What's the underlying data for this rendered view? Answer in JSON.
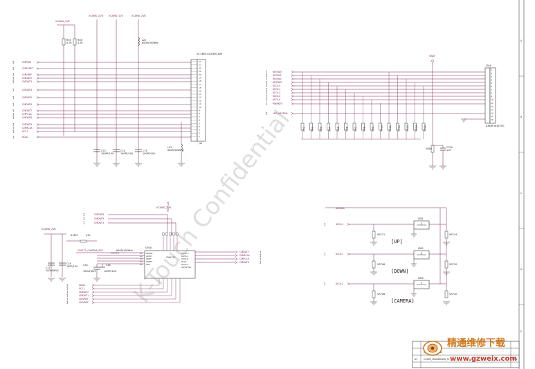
{
  "nets": {
    "vcama_28_a": "VCAMA_2V8",
    "vcamd_28": "VCAMD_2V8",
    "vcamd_1v3": "VCAMD_1V3",
    "vcama_28_b": "VCAMA_2V8",
    "vbat": "VBAT",
    "vcamd_28_c": "VCAMD_2V8",
    "vcama_28_c": "VCAMA_2V8"
  },
  "connector_top_left": {
    "ref": "J11",
    "part": "24-5803-024-600-829",
    "signals": [
      "CMPDN",
      "CMRESET",
      "CMVREF",
      "CMDAT2",
      "CMDAT3",
      "CMDAT4",
      "CMDAT5",
      "CMDAT6",
      "CMDAT7",
      "CMPCLK",
      "CMDAT8",
      "CMDAT9",
      "CMMCLK",
      "SCL1",
      "SDA1"
    ]
  },
  "passives_top_left": {
    "r55": "R55",
    "r55_val": "4.7K",
    "r56": "R56",
    "r56_val": "4.7K",
    "l22": "L22",
    "l22_val": "600R/100MHz",
    "l21": "L21",
    "l21_val": "600R/100MHz",
    "c73": "C73",
    "c73_val": "100PF/10V",
    "c74": "C74",
    "c74_val": "100PF/10V",
    "c75": "C75",
    "c75_val": "100PF/10V"
  },
  "connector_top_right": {
    "ref": "J704",
    "part": "AXK6F16347YG",
    "signals": [
      "KROW0",
      "KROW1",
      "KROW2",
      "KROW3",
      "KCOL0",
      "KCOL1",
      "KCOL2",
      "KCOL3",
      "KCOL4",
      "PWRKEY",
      "LED_KEYPAD"
    ]
  },
  "keypad_varistors": [
    "VR1",
    "VR2",
    "VR3",
    "VR4",
    "VR5",
    "VR6",
    "VR7",
    "VR8",
    "VR9",
    "VR10",
    "VR11",
    "VR12",
    "VR13",
    "VR14",
    "VR15"
  ],
  "vbat_parts": {
    "vr16": "VR16",
    "c704": "C704",
    "c704_val": "1UF"
  },
  "isp": {
    "ref": "U500",
    "part": "OV9712",
    "left_pins": [
      "PWDN",
      "AVDD",
      "VREF",
      "VREF1",
      "SDA"
    ],
    "right_pins": [
      "DATA 0",
      "DATA 1",
      "SVCLK",
      "PCLK",
      "DATA 2",
      "ADVSYNC"
    ],
    "r_ref": "R1627",
    "r_val": "47K",
    "gpio_net": "GPIO72_CAMERA_RST",
    "bead": "600R/100MHz",
    "c_refs": [
      "C17",
      "C18",
      "C33",
      "C34"
    ],
    "c_vals": [
      "100UF/6V3",
      "10PF/10V",
      "100UF/6V3",
      "100PF/10V"
    ],
    "top_nets": [
      "CMDAT8",
      "CMDAT9",
      "CMDAT3"
    ],
    "right_nets": [
      "CMDAT7",
      "CMMCLK",
      "CMPCLK",
      "CMDAT4"
    ],
    "bottom_nets": [
      "SDA1",
      "SCL1",
      "CMDAT2",
      "CMDAT1",
      "CMVREF",
      "CMVREF"
    ],
    "top_label": "TEST_AS"
  },
  "buttons": [
    {
      "label": "[UP]",
      "net": "KCOL1",
      "sw": "SW1",
      "vr_left": "VR711",
      "vr_right": "VR714"
    },
    {
      "label": "[DOWN]",
      "net": "KCOL1",
      "sw": "SW2",
      "vr_left": "VR706",
      "vr_right": "VR710"
    },
    {
      "label": "[CAMERA]",
      "net": "KCOL2",
      "sw": "SW3",
      "vr_left": "VR708",
      "vr_right": "VR712"
    }
  ],
  "buttons_top_net": "KROW0",
  "watermark": "K-Touch Confidential",
  "title_block": {
    "title": "CAMERA/KEYPAD",
    "sheet": "A3",
    "code": "CGS65_MAINBOARD_P1",
    "rev": "V0.1",
    "logo_text": "精通维修下载",
    "url": "www.gzweix.com"
  },
  "border_letters": [
    "A",
    "B",
    "C",
    "D",
    "E"
  ]
}
